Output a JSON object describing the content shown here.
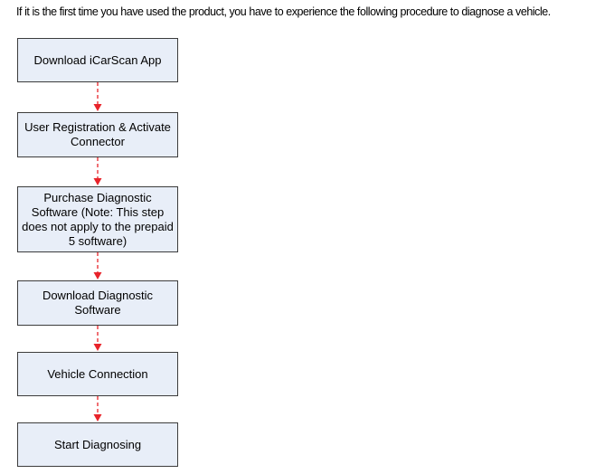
{
  "intro_text": "If it is the first time you have used the product, you have to experience the following procedure to diagnose a vehicle.",
  "colors": {
    "box_fill": "#e8eef8",
    "box_border": "#3c3c3c",
    "arrow": "#e8232a"
  },
  "flowchart": {
    "steps": [
      {
        "label": "Download iCarScan App"
      },
      {
        "label": "User Registration & Activate Connector"
      },
      {
        "label": "Purchase Diagnostic Software (Note: This step does not apply to the prepaid 5 software)"
      },
      {
        "label": "Download Diagnostic Software"
      },
      {
        "label": "Vehicle Connection"
      },
      {
        "label": "Start Diagnosing"
      }
    ],
    "connector_style": "red dashed arrow"
  }
}
